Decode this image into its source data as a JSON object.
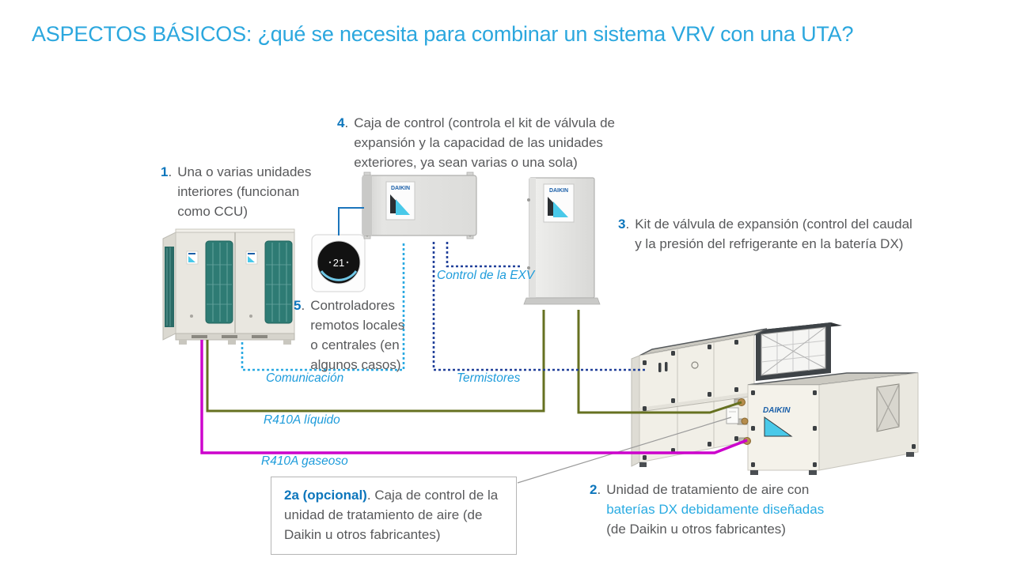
{
  "title": "ASPECTOS BÁSICOS: ¿qué se necesita para combinar un sistema VRV con una UTA?",
  "brand": "DAIKIN",
  "controller": {
    "temperature": "21"
  },
  "colors": {
    "title_blue": "#2BA7DE",
    "number_blue": "#0D76BC",
    "body_gray": "#58595B",
    "highlight_blue": "#29ABE2",
    "label_blue": "#1E9CDB",
    "line_comm": "#29A9E2",
    "line_navy": "#21409A",
    "line_liquid": "#667121",
    "line_gas": "#CC00CC",
    "line_controller": "#1C75BC",
    "leader_gray": "#9B9B9B",
    "box_border": "#B5B5B5"
  },
  "items": {
    "i1": {
      "num": "1",
      "sep": ".",
      "text": "Una o varias unidades interiores (funcionan como CCU)"
    },
    "i2": {
      "num": "2",
      "sep": ".",
      "line1": "Unidad de tratamiento de aire con",
      "line2": "baterías DX debidamente diseñadas",
      "line3": "(de Daikin u otros fabricantes)"
    },
    "i2a": {
      "num": "2a (opcional)",
      "sep": ". ",
      "text": "Caja de control de la unidad de tratamiento de aire (de Daikin u otros fabricantes)"
    },
    "i3": {
      "num": "3",
      "sep": ".",
      "text": "Kit de válvula de expansión (control del caudal y la presión del refrigerante en la batería DX)"
    },
    "i4": {
      "num": "4",
      "sep": ".",
      "text": "Caja de control (controla el kit de válvula de expansión y la capacidad de las unidades exteriores, ya sean varias o una sola)"
    },
    "i5": {
      "num": "5",
      "sep": ".",
      "text": "Controladores remotos locales o centrales (en algunos casos)"
    }
  },
  "line_labels": {
    "comunicacion": "Comunicación",
    "termistores": "Termistores",
    "control_exv": "Control de la EXV",
    "r410a_liquido": "R410A líquido",
    "r410a_gaseoso": "R410A gaseoso"
  }
}
